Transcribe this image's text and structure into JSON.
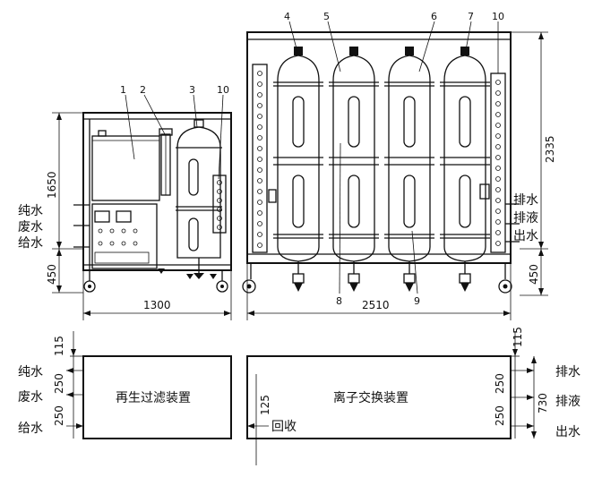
{
  "part_numbers": [
    {
      "id": "p1",
      "text": "1"
    },
    {
      "id": "p2",
      "text": "2"
    },
    {
      "id": "p3",
      "text": "3"
    },
    {
      "id": "p10a",
      "text": "10"
    },
    {
      "id": "p4",
      "text": "4"
    },
    {
      "id": "p5",
      "text": "5"
    },
    {
      "id": "p6",
      "text": "6"
    },
    {
      "id": "p7",
      "text": "7"
    },
    {
      "id": "p10b",
      "text": "10"
    },
    {
      "id": "p8",
      "text": "8"
    },
    {
      "id": "p9",
      "text": "9"
    }
  ],
  "front_left_labels": [
    "纯水",
    "废水",
    "给水"
  ],
  "front_right_labels": [
    "排水",
    "排液",
    "出水"
  ],
  "plan_left_labels": [
    "纯水",
    "废水",
    "给水"
  ],
  "plan_right_labels": [
    "排水",
    "排液",
    "出水"
  ],
  "plan_left_title": "再生过滤装置",
  "plan_right_title": "离子交换装置",
  "return_label": "回收",
  "dimensions": {
    "left_height": "1650",
    "left_base": "450",
    "left_width": "1300",
    "right_height": "2335",
    "right_base": "450",
    "right_width": "2510",
    "plan_left_top": "115",
    "plan_left_mid": "250",
    "plan_left_low": "250",
    "plan_return": "125",
    "plan_right_top": "115",
    "plan_right_mid": "250",
    "plan_right_low": "250",
    "plan_right_total": "730"
  },
  "colors": {
    "ink": "#111111",
    "paper": "#ffffff"
  }
}
